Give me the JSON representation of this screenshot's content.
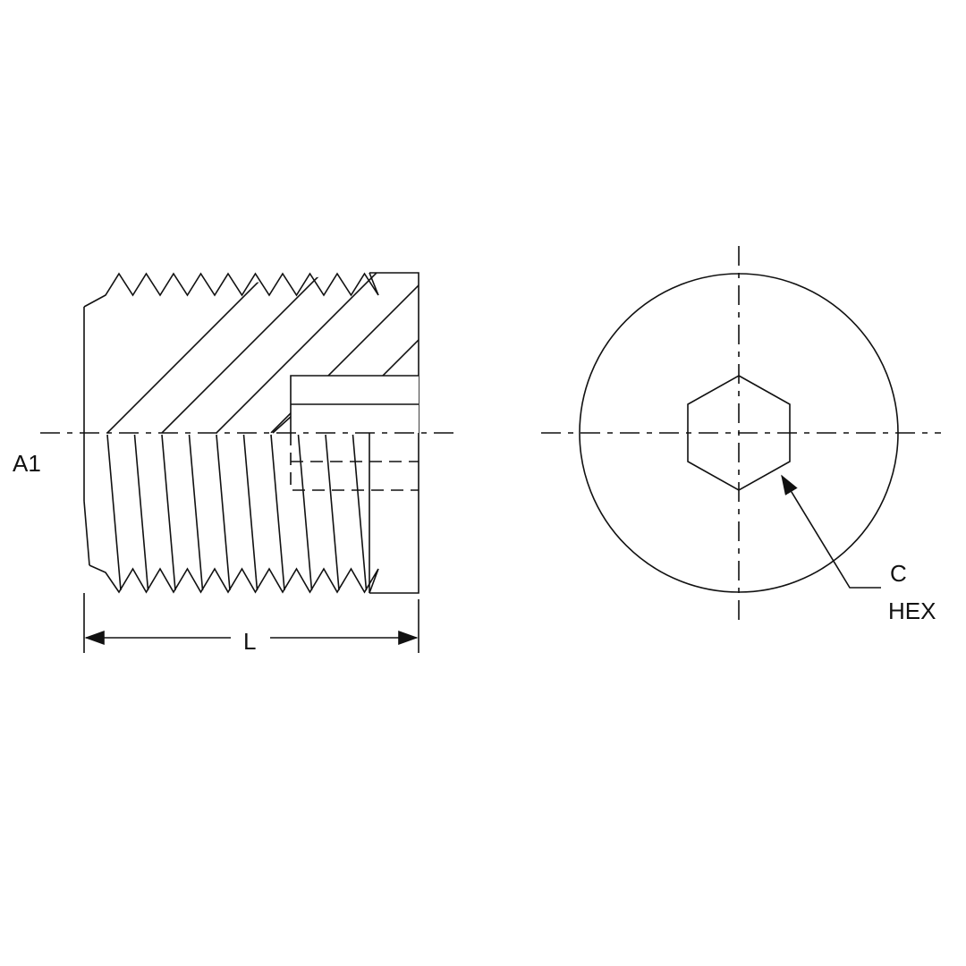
{
  "labels": {
    "diameter": "A1",
    "length": "L",
    "hex_size": "C",
    "hex_word": "HEX"
  },
  "colors": {
    "line": "#111111",
    "background": "#ffffff"
  }
}
